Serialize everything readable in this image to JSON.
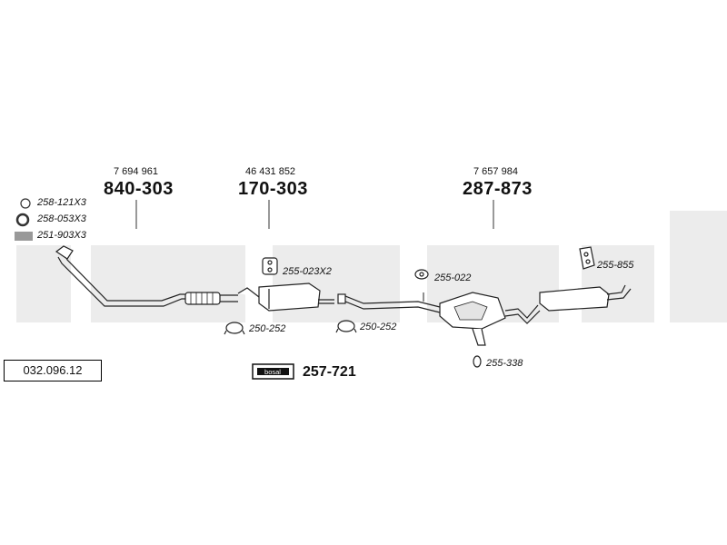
{
  "diagram": {
    "reference": "032.096.12",
    "accessories": [
      {
        "label": "258-121X3",
        "icon": "ring-clamp-icon"
      },
      {
        "label": "258-053X3",
        "icon": "gasket-ring-icon"
      },
      {
        "label": "251-903X3",
        "icon": "spring-icon"
      }
    ],
    "parts": [
      {
        "oem": "7 694 961",
        "number": "840-303",
        "name": "front-pipe"
      },
      {
        "oem": "46 431 852",
        "number": "170-303",
        "name": "centre-silencer"
      },
      {
        "oem": "7 657 984",
        "number": "287-873",
        "name": "rear-silencer"
      }
    ],
    "fittings": {
      "f1": "255-023X2",
      "f2": "250-252",
      "f3": "250-252",
      "f4": "255-022",
      "f5": "255-855",
      "f6": "255-338"
    },
    "kit": {
      "logo": "bosal",
      "number": "257-721"
    }
  }
}
